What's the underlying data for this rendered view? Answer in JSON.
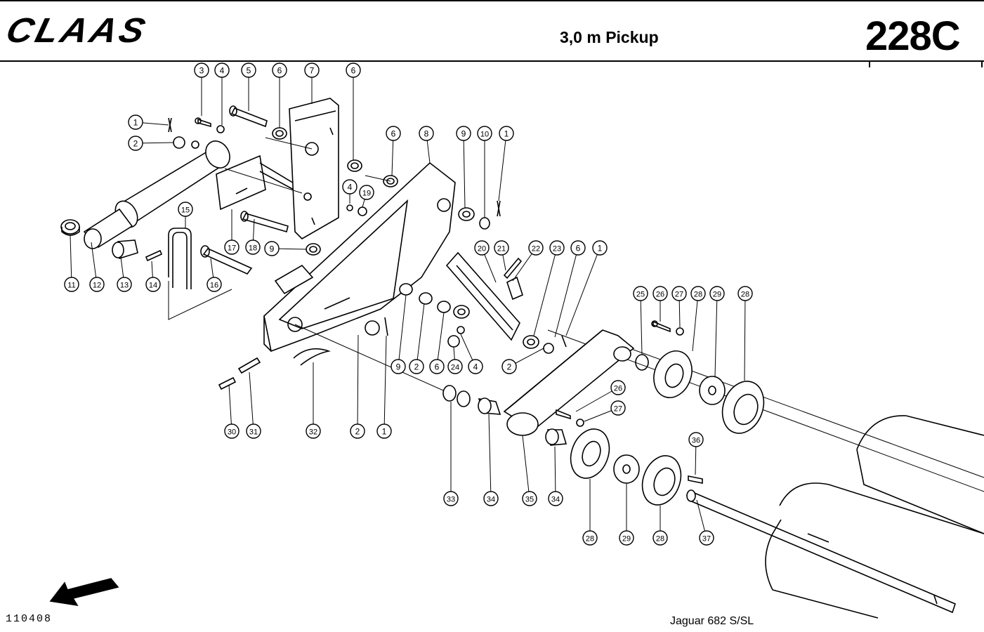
{
  "header": {
    "brand": "CLAAS",
    "title": "3,0 m Pickup",
    "page_number": "228C"
  },
  "footer": {
    "drawing_number": "110408",
    "model": "Jaguar 682 S/SL"
  },
  "callouts": [
    {
      "n": "1"
    },
    {
      "n": "2"
    },
    {
      "n": "3"
    },
    {
      "n": "4"
    },
    {
      "n": "5"
    },
    {
      "n": "6"
    },
    {
      "n": "7"
    },
    {
      "n": "6"
    },
    {
      "n": "6"
    },
    {
      "n": "8"
    },
    {
      "n": "9"
    },
    {
      "n": "10"
    },
    {
      "n": "1"
    },
    {
      "n": "4"
    },
    {
      "n": "19"
    },
    {
      "n": "15"
    },
    {
      "n": "17"
    },
    {
      "n": "18"
    },
    {
      "n": "9"
    },
    {
      "n": "11"
    },
    {
      "n": "12"
    },
    {
      "n": "13"
    },
    {
      "n": "14"
    },
    {
      "n": "16"
    },
    {
      "n": "20"
    },
    {
      "n": "21"
    },
    {
      "n": "22"
    },
    {
      "n": "23"
    },
    {
      "n": "6"
    },
    {
      "n": "1"
    },
    {
      "n": "9"
    },
    {
      "n": "2"
    },
    {
      "n": "6"
    },
    {
      "n": "24"
    },
    {
      "n": "4"
    },
    {
      "n": "2"
    },
    {
      "n": "25"
    },
    {
      "n": "26"
    },
    {
      "n": "27"
    },
    {
      "n": "28"
    },
    {
      "n": "29"
    },
    {
      "n": "28"
    },
    {
      "n": "30"
    },
    {
      "n": "31"
    },
    {
      "n": "32"
    },
    {
      "n": "2"
    },
    {
      "n": "1"
    },
    {
      "n": "26"
    },
    {
      "n": "27"
    },
    {
      "n": "33"
    },
    {
      "n": "34"
    },
    {
      "n": "35"
    },
    {
      "n": "34"
    },
    {
      "n": "36"
    },
    {
      "n": "28"
    },
    {
      "n": "29"
    },
    {
      "n": "28"
    },
    {
      "n": "37"
    }
  ]
}
